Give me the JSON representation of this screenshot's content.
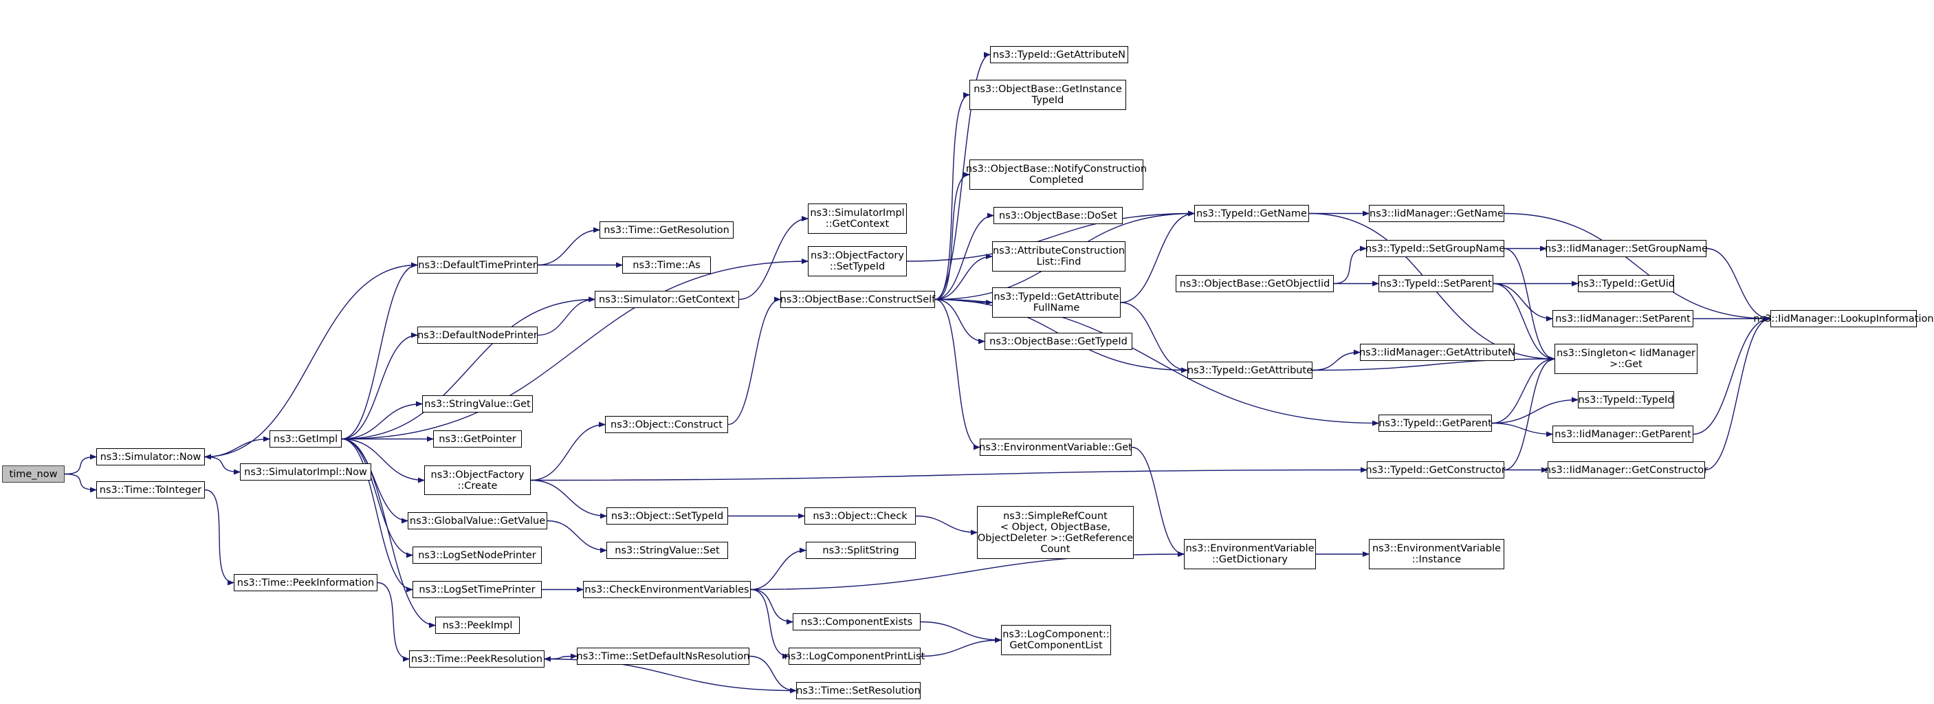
{
  "colors": {
    "edge": "#191970",
    "node_border": "#000000",
    "root_fill": "#bfbfbf",
    "node_fill": "#ffffff"
  },
  "nodes": [
    {
      "id": "time_now",
      "lines": [
        "time_now"
      ]
    },
    {
      "id": "simulator_now",
      "lines": [
        "ns3::Simulator::Now"
      ]
    },
    {
      "id": "time_tointeger",
      "lines": [
        "ns3::Time::ToInteger"
      ]
    },
    {
      "id": "getimpl",
      "lines": [
        "ns3::GetImpl"
      ]
    },
    {
      "id": "simulatorimpl_now",
      "lines": [
        "ns3::SimulatorImpl::Now"
      ]
    },
    {
      "id": "time_peekinformation",
      "lines": [
        "ns3::Time::PeekInformation"
      ]
    },
    {
      "id": "defaulttimeprinter",
      "lines": [
        "ns3::DefaultTimePrinter"
      ]
    },
    {
      "id": "defaultnodeprinter",
      "lines": [
        "ns3::DefaultNodePrinter"
      ]
    },
    {
      "id": "stringvalue_get",
      "lines": [
        "ns3::StringValue::Get"
      ]
    },
    {
      "id": "getpointer",
      "lines": [
        "ns3::GetPointer"
      ]
    },
    {
      "id": "objectfactory_create",
      "lines": [
        "ns3::ObjectFactory",
        "::Create"
      ]
    },
    {
      "id": "globalvalue_getvalue",
      "lines": [
        "ns3::GlobalValue::GetValue"
      ]
    },
    {
      "id": "logsetnodeprinter",
      "lines": [
        "ns3::LogSetNodePrinter"
      ]
    },
    {
      "id": "logsettimeprinter",
      "lines": [
        "ns3::LogSetTimePrinter"
      ]
    },
    {
      "id": "peekimpl",
      "lines": [
        "ns3::PeekImpl"
      ]
    },
    {
      "id": "time_peekresolution",
      "lines": [
        "ns3::Time::PeekResolution"
      ]
    },
    {
      "id": "time_getresolution",
      "lines": [
        "ns3::Time::GetResolution"
      ]
    },
    {
      "id": "time_as",
      "lines": [
        "ns3::Time::As"
      ]
    },
    {
      "id": "simulator_getcontext",
      "lines": [
        "ns3::Simulator::GetContext"
      ]
    },
    {
      "id": "simulatorimpl_getcontext",
      "lines": [
        "ns3::SimulatorImpl",
        "::GetContext"
      ]
    },
    {
      "id": "objectfactory_settypeid",
      "lines": [
        "ns3::ObjectFactory",
        "::SetTypeId"
      ]
    },
    {
      "id": "object_construct",
      "lines": [
        "ns3::Object::Construct"
      ]
    },
    {
      "id": "objectbase_constructself",
      "lines": [
        "ns3::ObjectBase::ConstructSelf"
      ]
    },
    {
      "id": "object_settypeid",
      "lines": [
        "ns3::Object::SetTypeId"
      ]
    },
    {
      "id": "stringvalue_set",
      "lines": [
        "ns3::StringValue::Set"
      ]
    },
    {
      "id": "checkenvironmentvariables",
      "lines": [
        "ns3::CheckEnvironmentVariables"
      ]
    },
    {
      "id": "time_setdefaultnsresolution",
      "lines": [
        "ns3::Time::SetDefaultNsResolution"
      ]
    },
    {
      "id": "time_setresolution",
      "lines": [
        "ns3::Time::SetResolution"
      ]
    },
    {
      "id": "object_check",
      "lines": [
        "ns3::Object::Check"
      ]
    },
    {
      "id": "splitstring",
      "lines": [
        "ns3::SplitString"
      ]
    },
    {
      "id": "componentexists",
      "lines": [
        "ns3::ComponentExists"
      ]
    },
    {
      "id": "logcomponentprintlist",
      "lines": [
        "ns3::LogComponentPrintList"
      ]
    },
    {
      "id": "typeid_getattributen",
      "lines": [
        "ns3::TypeId::GetAttributeN"
      ]
    },
    {
      "id": "objectbase_getinstancetypeid",
      "lines": [
        "ns3::ObjectBase::GetInstance",
        "TypeId"
      ]
    },
    {
      "id": "objectbase_notifyconstructioncompleted",
      "lines": [
        "ns3::ObjectBase::NotifyConstruction",
        "Completed"
      ]
    },
    {
      "id": "objectbase_doset",
      "lines": [
        "ns3::ObjectBase::DoSet"
      ]
    },
    {
      "id": "attributeconstructionlist_find",
      "lines": [
        "ns3::AttributeConstruction",
        "List::Find"
      ]
    },
    {
      "id": "typeid_getattributefullname",
      "lines": [
        "ns3::TypeId::GetAttribute",
        "FullName"
      ]
    },
    {
      "id": "objectbase_gettypeid",
      "lines": [
        "ns3::ObjectBase::GetTypeId"
      ]
    },
    {
      "id": "environmentvariable_get",
      "lines": [
        "ns3::EnvironmentVariable::Get"
      ]
    },
    {
      "id": "simplerefcount_getreferencecount",
      "lines": [
        "ns3::SimpleRefCount",
        "< Object, ObjectBase,",
        "ObjectDeleter >::GetReference",
        "Count"
      ]
    },
    {
      "id": "logcomponent_getcomponentlist",
      "lines": [
        "ns3::LogComponent::",
        "GetComponentList"
      ]
    },
    {
      "id": "typeid_getname",
      "lines": [
        "ns3::TypeId::GetName"
      ]
    },
    {
      "id": "objectbase_getobjectiid",
      "lines": [
        "ns3::ObjectBase::GetObjectIid"
      ]
    },
    {
      "id": "typeid_getattribute",
      "lines": [
        "ns3::TypeId::GetAttribute"
      ]
    },
    {
      "id": "typeid_getparent",
      "lines": [
        "ns3::TypeId::GetParent"
      ]
    },
    {
      "id": "typeid_getconstructor",
      "lines": [
        "ns3::TypeId::GetConstructor"
      ]
    },
    {
      "id": "environmentvariable_getdictionary",
      "lines": [
        "ns3::EnvironmentVariable",
        "::GetDictionary"
      ]
    },
    {
      "id": "iidmanager_getname",
      "lines": [
        "ns3::IidManager::GetName"
      ]
    },
    {
      "id": "typeid_setgroupname",
      "lines": [
        "ns3::TypeId::SetGroupName"
      ]
    },
    {
      "id": "typeid_setparent",
      "lines": [
        "ns3::TypeId::SetParent"
      ]
    },
    {
      "id": "iidmanager_getattributen",
      "lines": [
        "ns3::IidManager::GetAttributeN"
      ]
    },
    {
      "id": "environmentvariable_instance",
      "lines": [
        "ns3::EnvironmentVariable",
        "::Instance"
      ]
    },
    {
      "id": "iidmanager_setgroupname",
      "lines": [
        "ns3::IidManager::SetGroupName"
      ]
    },
    {
      "id": "typeid_getuid",
      "lines": [
        "ns3::TypeId::GetUid"
      ]
    },
    {
      "id": "iidmanager_setparent",
      "lines": [
        "ns3::IidManager::SetParent"
      ]
    },
    {
      "id": "singleton_iidmanager_get",
      "lines": [
        "ns3::Singleton< IidManager",
        ">::Get"
      ]
    },
    {
      "id": "typeid_typeid",
      "lines": [
        "ns3::TypeId::TypeId"
      ]
    },
    {
      "id": "iidmanager_getparent",
      "lines": [
        "ns3::IidManager::GetParent"
      ]
    },
    {
      "id": "iidmanager_getconstructor",
      "lines": [
        "ns3::IidManager::GetConstructor"
      ]
    },
    {
      "id": "iidmanager_lookupinformation",
      "lines": [
        "ns3::IidManager::LookupInformation"
      ]
    }
  ],
  "edges": [
    [
      "time_now",
      "simulator_now"
    ],
    [
      "time_now",
      "time_tointeger"
    ],
    [
      "simulator_now",
      "getimpl"
    ],
    [
      "simulator_now",
      "simulatorimpl_now"
    ],
    [
      "time_tointeger",
      "time_peekinformation"
    ],
    [
      "getimpl",
      "defaulttimeprinter"
    ],
    [
      "getimpl",
      "simulator_getcontext"
    ],
    [
      "getimpl",
      "defaultnodeprinter"
    ],
    [
      "getimpl",
      "objectfactory_settypeid"
    ],
    [
      "getimpl",
      "stringvalue_get"
    ],
    [
      "getimpl",
      "getpointer"
    ],
    [
      "getimpl",
      "objectfactory_create"
    ],
    [
      "getimpl",
      "globalvalue_getvalue"
    ],
    [
      "getimpl",
      "logsetnodeprinter"
    ],
    [
      "getimpl",
      "logsettimeprinter"
    ],
    [
      "getimpl",
      "peekimpl"
    ],
    [
      "defaulttimeprinter",
      "simulator_now"
    ],
    [
      "defaulttimeprinter",
      "time_getresolution"
    ],
    [
      "defaulttimeprinter",
      "time_as"
    ],
    [
      "defaultnodeprinter",
      "simulator_getcontext"
    ],
    [
      "simulator_getcontext",
      "simulatorimpl_getcontext"
    ],
    [
      "time_peekinformation",
      "time_peekresolution"
    ],
    [
      "objectfactory_create",
      "object_construct"
    ],
    [
      "objectfactory_create",
      "typeid_getconstructor"
    ],
    [
      "objectfactory_create",
      "object_settypeid"
    ],
    [
      "globalvalue_getvalue",
      "stringvalue_set"
    ],
    [
      "logsettimeprinter",
      "checkenvironmentvariables"
    ],
    [
      "object_construct",
      "objectbase_constructself"
    ],
    [
      "object_settypeid",
      "object_check"
    ],
    [
      "object_check",
      "simplerefcount_getreferencecount"
    ],
    [
      "checkenvironmentvariables",
      "splitstring"
    ],
    [
      "checkenvironmentvariables",
      "environmentvariable_getdictionary"
    ],
    [
      "checkenvironmentvariables",
      "componentexists"
    ],
    [
      "checkenvironmentvariables",
      "logcomponentprintlist"
    ],
    [
      "componentexists",
      "logcomponent_getcomponentlist"
    ],
    [
      "logcomponentprintlist",
      "logcomponent_getcomponentlist"
    ],
    [
      "time_peekresolution",
      "time_setdefaultnsresolution"
    ],
    [
      "time_setdefaultnsresolution",
      "time_setresolution"
    ],
    [
      "time_setresolution",
      "time_peekresolution"
    ],
    [
      "objectfactory_settypeid",
      "typeid_getname"
    ],
    [
      "objectbase_constructself",
      "typeid_getattributen"
    ],
    [
      "objectbase_constructself",
      "objectbase_getinstancetypeid"
    ],
    [
      "objectbase_constructself",
      "typeid_getname"
    ],
    [
      "objectbase_constructself",
      "objectbase_notifyconstructioncompleted"
    ],
    [
      "objectbase_constructself",
      "objectbase_doset"
    ],
    [
      "objectbase_constructself",
      "attributeconstructionlist_find"
    ],
    [
      "objectbase_constructself",
      "typeid_getattributefullname"
    ],
    [
      "objectbase_constructself",
      "objectbase_gettypeid"
    ],
    [
      "objectbase_constructself",
      "typeid_getattribute"
    ],
    [
      "objectbase_constructself",
      "typeid_getparent"
    ],
    [
      "objectbase_constructself",
      "environmentvariable_get"
    ],
    [
      "typeid_getattributefullname",
      "typeid_getname"
    ],
    [
      "typeid_getattributefullname",
      "typeid_getattribute"
    ],
    [
      "environmentvariable_get",
      "environmentvariable_getdictionary"
    ],
    [
      "environmentvariable_getdictionary",
      "environmentvariable_instance"
    ],
    [
      "typeid_getname",
      "iidmanager_getname"
    ],
    [
      "typeid_getname",
      "singleton_iidmanager_get"
    ],
    [
      "objectbase_getobjectiid",
      "typeid_setgroupname"
    ],
    [
      "objectbase_getobjectiid",
      "typeid_setparent"
    ],
    [
      "typeid_getattribute",
      "iidmanager_getattributen"
    ],
    [
      "typeid_getattribute",
      "singleton_iidmanager_get"
    ],
    [
      "typeid_setgroupname",
      "iidmanager_setgroupname"
    ],
    [
      "typeid_setgroupname",
      "singleton_iidmanager_get"
    ],
    [
      "typeid_setparent",
      "typeid_getuid"
    ],
    [
      "typeid_setparent",
      "iidmanager_setparent"
    ],
    [
      "typeid_setparent",
      "singleton_iidmanager_get"
    ],
    [
      "typeid_getparent",
      "singleton_iidmanager_get"
    ],
    [
      "typeid_getparent",
      "typeid_typeid"
    ],
    [
      "typeid_getparent",
      "iidmanager_getparent"
    ],
    [
      "typeid_getconstructor",
      "singleton_iidmanager_get"
    ],
    [
      "typeid_getconstructor",
      "iidmanager_getconstructor"
    ],
    [
      "iidmanager_getname",
      "iidmanager_lookupinformation"
    ],
    [
      "iidmanager_setgroupname",
      "iidmanager_lookupinformation"
    ],
    [
      "iidmanager_setparent",
      "iidmanager_lookupinformation"
    ],
    [
      "iidmanager_getparent",
      "iidmanager_lookupinformation"
    ],
    [
      "iidmanager_getconstructor",
      "iidmanager_lookupinformation"
    ]
  ]
}
